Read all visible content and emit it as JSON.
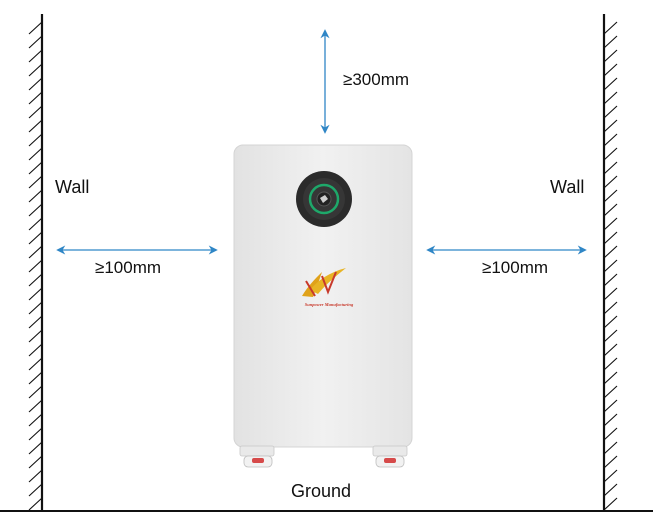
{
  "labels": {
    "wall_left": "Wall",
    "wall_right": "Wall",
    "gap_top": "≥300mm",
    "gap_left": "≥100mm",
    "gap_right": "≥100mm",
    "ground": "Ground"
  },
  "unit": {
    "brand_text": "Sunpower Manufacturing"
  },
  "colors": {
    "arrow": "#2f86c6",
    "cabinet": "#ececec",
    "wall_line": "#111111",
    "status_ring": "#1ea86a",
    "brand": "#c8392b"
  }
}
